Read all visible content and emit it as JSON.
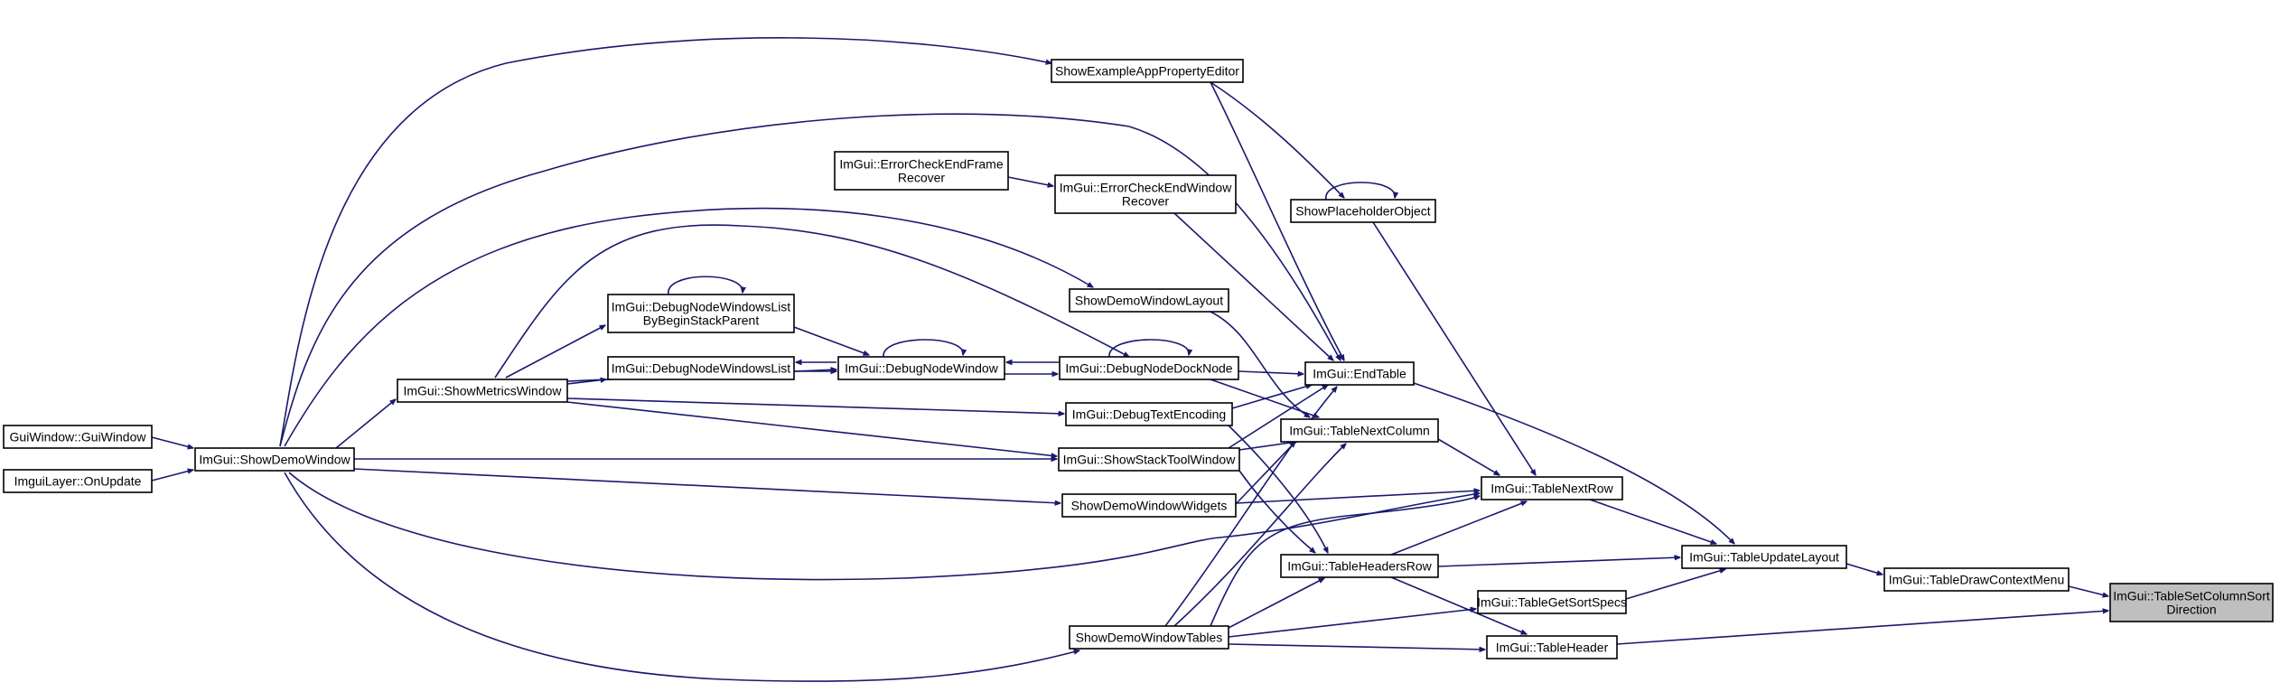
{
  "diagram": {
    "type": "caller-graph",
    "edge_color": "#191970",
    "highlight_fill": "#bfbfbf",
    "nodes": [
      {
        "id": "guiwindow",
        "lines": [
          "GuiWindow::GuiWindow"
        ]
      },
      {
        "id": "imguilayer",
        "lines": [
          "ImguiLayer::OnUpdate"
        ]
      },
      {
        "id": "showdemowindow",
        "lines": [
          "ImGui::ShowDemoWindow"
        ]
      },
      {
        "id": "showmetrics",
        "lines": [
          "ImGui::ShowMetricsWindow"
        ]
      },
      {
        "id": "dnwl_stack",
        "lines": [
          "ImGui::DebugNodeWindowsList",
          "ByBeginStackParent"
        ]
      },
      {
        "id": "dnwl",
        "lines": [
          "ImGui::DebugNodeWindowsList"
        ]
      },
      {
        "id": "dnw",
        "lines": [
          "ImGui::DebugNodeWindow"
        ]
      },
      {
        "id": "errframe",
        "lines": [
          "ImGui::ErrorCheckEndFrame",
          "Recover"
        ]
      },
      {
        "id": "propeditor",
        "lines": [
          "ShowExampleAppPropertyEditor"
        ]
      },
      {
        "id": "errwindow",
        "lines": [
          "ImGui::ErrorCheckEndWindow",
          "Recover"
        ]
      },
      {
        "id": "layout",
        "lines": [
          "ShowDemoWindowLayout"
        ]
      },
      {
        "id": "docknode",
        "lines": [
          "ImGui::DebugNodeDockNode"
        ]
      },
      {
        "id": "textenc",
        "lines": [
          "ImGui::DebugTextEncoding"
        ]
      },
      {
        "id": "stacktool",
        "lines": [
          "ImGui::ShowStackToolWindow"
        ]
      },
      {
        "id": "widgets",
        "lines": [
          "ShowDemoWindowWidgets"
        ]
      },
      {
        "id": "tables",
        "lines": [
          "ShowDemoWindowTables"
        ]
      },
      {
        "id": "placeholder",
        "lines": [
          "ShowPlaceholderObject"
        ]
      },
      {
        "id": "endtable",
        "lines": [
          "ImGui::EndTable"
        ]
      },
      {
        "id": "nextcolumn",
        "lines": [
          "ImGui::TableNextColumn"
        ]
      },
      {
        "id": "headersrow",
        "lines": [
          "ImGui::TableHeadersRow"
        ]
      },
      {
        "id": "nextrow",
        "lines": [
          "ImGui::TableNextRow"
        ]
      },
      {
        "id": "getsortspecs",
        "lines": [
          "ImGui::TableGetSortSpecs"
        ]
      },
      {
        "id": "header",
        "lines": [
          "ImGui::TableHeader"
        ]
      },
      {
        "id": "updatelayout",
        "lines": [
          "ImGui::TableUpdateLayout"
        ]
      },
      {
        "id": "drawctx",
        "lines": [
          "ImGui::TableDrawContextMenu"
        ]
      },
      {
        "id": "setsort",
        "lines": [
          "ImGui::TableSetColumnSort",
          "Direction"
        ],
        "highlight": true
      }
    ],
    "edges": [
      {
        "from": "guiwindow",
        "to": "showdemowindow"
      },
      {
        "from": "imguilayer",
        "to": "showdemowindow"
      },
      {
        "from": "showdemowindow",
        "to": "showmetrics"
      },
      {
        "from": "showdemowindow",
        "to": "propeditor"
      },
      {
        "from": "showdemowindow",
        "to": "endtable"
      },
      {
        "from": "showdemowindow",
        "to": "layout"
      },
      {
        "from": "showdemowindow",
        "to": "stacktool"
      },
      {
        "from": "showdemowindow",
        "to": "widgets"
      },
      {
        "from": "showdemowindow",
        "to": "tables"
      },
      {
        "from": "showdemowindow",
        "to": "nextrow"
      },
      {
        "from": "showmetrics",
        "to": "dnwl_stack"
      },
      {
        "from": "showmetrics",
        "to": "dnwl"
      },
      {
        "from": "showmetrics",
        "to": "dnw"
      },
      {
        "from": "showmetrics",
        "to": "docknode"
      },
      {
        "from": "showmetrics",
        "to": "textenc"
      },
      {
        "from": "showmetrics",
        "to": "stacktool"
      },
      {
        "from": "dnwl_stack",
        "to": "dnwl_stack"
      },
      {
        "from": "dnwl_stack",
        "to": "dnw"
      },
      {
        "from": "dnwl",
        "to": "dnw"
      },
      {
        "from": "dnw",
        "to": "dnwl"
      },
      {
        "from": "dnw",
        "to": "dnw"
      },
      {
        "from": "dnw",
        "to": "docknode"
      },
      {
        "from": "docknode",
        "to": "dnw"
      },
      {
        "from": "docknode",
        "to": "docknode"
      },
      {
        "from": "docknode",
        "to": "endtable"
      },
      {
        "from": "docknode",
        "to": "nextcolumn"
      },
      {
        "from": "errframe",
        "to": "errwindow"
      },
      {
        "from": "errwindow",
        "to": "endtable"
      },
      {
        "from": "propeditor",
        "to": "placeholder"
      },
      {
        "from": "propeditor",
        "to": "endtable"
      },
      {
        "from": "placeholder",
        "to": "placeholder"
      },
      {
        "from": "placeholder",
        "to": "nextrow"
      },
      {
        "from": "layout",
        "to": "nextcolumn"
      },
      {
        "from": "textenc",
        "to": "endtable"
      },
      {
        "from": "textenc",
        "to": "headersrow"
      },
      {
        "from": "stacktool",
        "to": "endtable"
      },
      {
        "from": "stacktool",
        "to": "nextcolumn"
      },
      {
        "from": "stacktool",
        "to": "headersrow"
      },
      {
        "from": "widgets",
        "to": "nextcolumn"
      },
      {
        "from": "widgets",
        "to": "nextrow"
      },
      {
        "from": "tables",
        "to": "endtable"
      },
      {
        "from": "tables",
        "to": "nextcolumn"
      },
      {
        "from": "tables",
        "to": "nextrow"
      },
      {
        "from": "tables",
        "to": "headersrow"
      },
      {
        "from": "tables",
        "to": "getsortspecs"
      },
      {
        "from": "tables",
        "to": "header"
      },
      {
        "from": "endtable",
        "to": "updatelayout"
      },
      {
        "from": "nextcolumn",
        "to": "nextrow"
      },
      {
        "from": "nextrow",
        "to": "updatelayout"
      },
      {
        "from": "headersrow",
        "to": "nextrow"
      },
      {
        "from": "headersrow",
        "to": "updatelayout"
      },
      {
        "from": "headersrow",
        "to": "header"
      },
      {
        "from": "getsortspecs",
        "to": "updatelayout"
      },
      {
        "from": "updatelayout",
        "to": "drawctx"
      },
      {
        "from": "drawctx",
        "to": "setsort"
      },
      {
        "from": "header",
        "to": "setsort"
      }
    ]
  }
}
